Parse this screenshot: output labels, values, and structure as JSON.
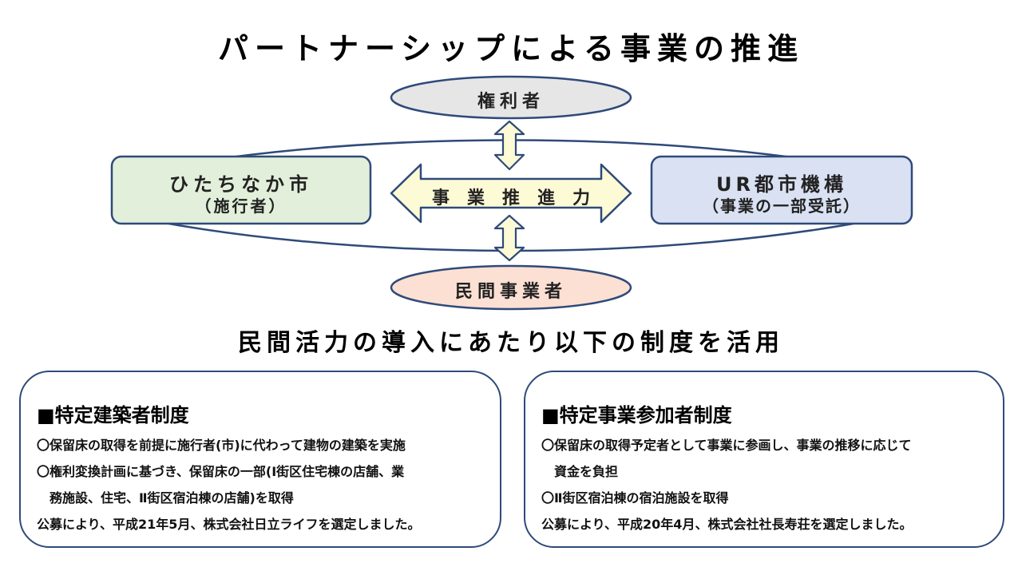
{
  "title": "パートナーシップによる事業の推進",
  "nodes": {
    "rights_holders": "権利者",
    "city_name": "ひたちなか市",
    "city_role": "（施行者）",
    "center": "事　業　推　進　力",
    "ur_name": "UR都市機構",
    "ur_role": "（事業の一部受託）",
    "private": "民間事業者"
  },
  "subtitle": "民間活力の導入にあたり以下の制度を活用",
  "left_box": {
    "heading": "■特定建築者制度",
    "lines": [
      "〇保留床の取得を前提に施行者(市)に代わって建物の建築を実施",
      "〇権利変換計画に基づき、保留床の一部(Ⅰ街区住宅棟の店舗、業",
      "　務施設、住宅、Ⅱ街区宿泊棟の店舗)を取得",
      "公募により、平成21年5月、株式会社日立ライフを選定しました。"
    ]
  },
  "right_box": {
    "heading": "■特定事業参加者制度",
    "lines": [
      "〇保留床の取得予定者として事業に参画し、事業の推移に応じて",
      "　資金を負担",
      "〇Ⅱ街区宿泊棟の宿泊施設を取得",
      "公募により、平成20年4月、株式会社社長寿荘を選定しました。"
    ]
  },
  "colors": {
    "outline": "#2f4a7a",
    "rights_fill": "#e6e6e6",
    "city_fill": "#e2efda",
    "ur_fill": "#d9e1f2",
    "private_fill": "#fbe0d3",
    "arrow_fill": "#fdfbd6"
  }
}
